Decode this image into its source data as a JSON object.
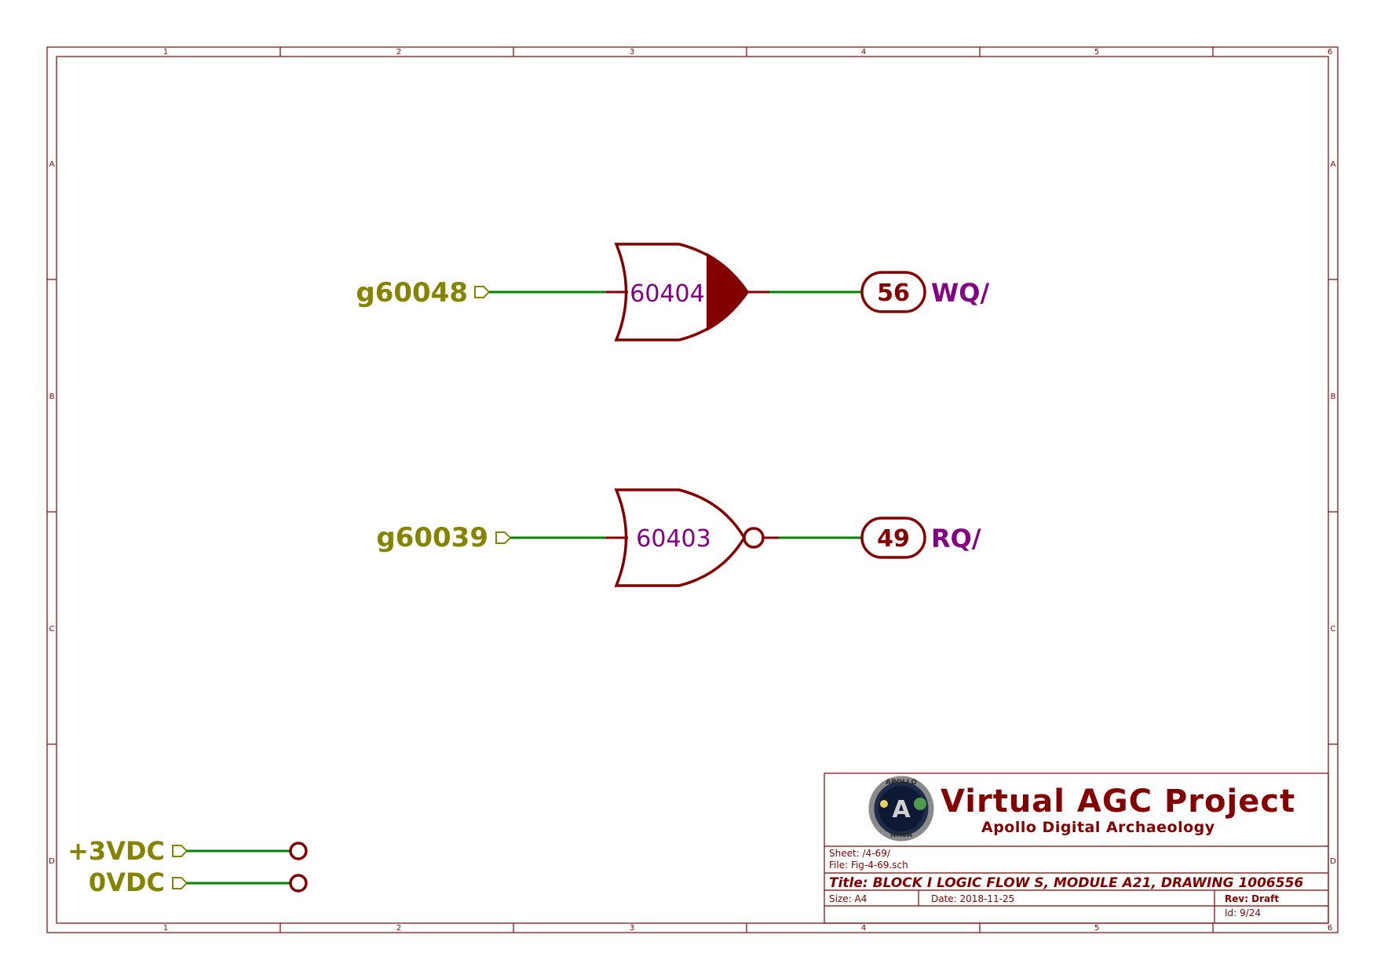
{
  "frame": {
    "columns": [
      "1",
      "2",
      "3",
      "4",
      "5",
      "6"
    ],
    "rows": [
      "A",
      "B",
      "C",
      "D"
    ]
  },
  "gates": [
    {
      "id": "60404",
      "input_label": "g60048",
      "connector": "56",
      "output_label": "WQ/"
    },
    {
      "id": "60403",
      "input_label": "g60039",
      "connector": "49",
      "output_label": "RQ/"
    }
  ],
  "power": [
    {
      "label": "+3VDC"
    },
    {
      "label": "0VDC"
    }
  ],
  "title_block": {
    "logo": {
      "ring_top": "APOLLO",
      "ring_bottom": "NASA",
      "center": "A"
    },
    "project": "Virtual AGC Project",
    "subtitle": "Apollo Digital Archaeology",
    "sheet": "Sheet: /4-69/",
    "file": "File: Fig-4-69.sch",
    "title": "Title: BLOCK I LOGIC FLOW S, MODULE A21, DRAWING 1006556",
    "size": "Size: A4",
    "date": "Date: 2018-11-25",
    "rev": "Rev: Draft",
    "id": "Id: 9/24"
  },
  "colors": {
    "frame": "#840000",
    "gate": "#840000",
    "wire": "#008400",
    "label": "#848400",
    "ref": "#840084"
  }
}
